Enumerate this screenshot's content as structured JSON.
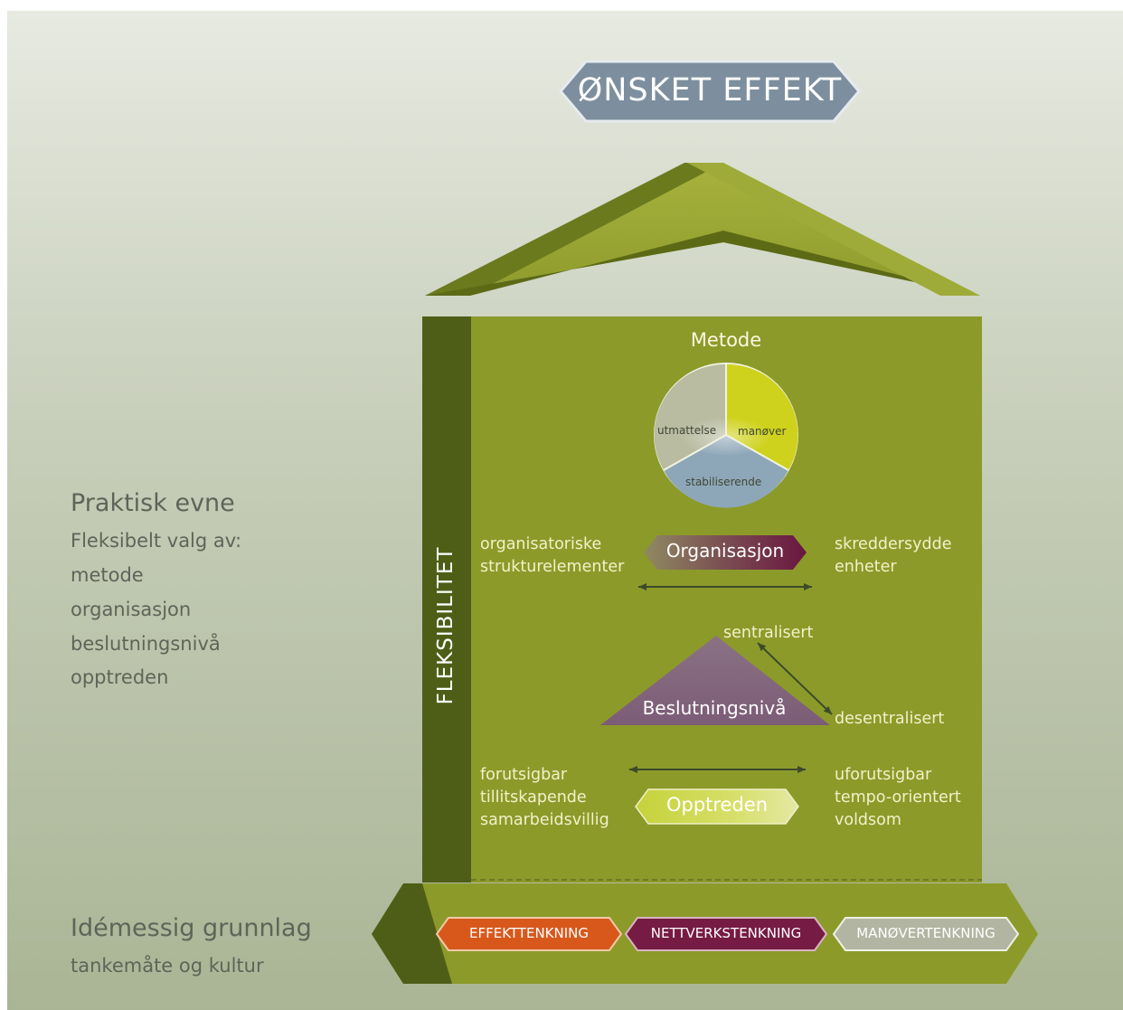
{
  "top_label": "ØNSKET EFFEKT",
  "pillar_label": "FLEKSIBILITET",
  "metode": {
    "title": "Metode",
    "segments": [
      "utmattelse",
      "manøver",
      "stabiliserende"
    ]
  },
  "organisasjon": {
    "label": "Organisasjon",
    "left_text": [
      "organisatoriske",
      "strukturelementer"
    ],
    "right_text": [
      "skreddersydde",
      "enheter"
    ]
  },
  "beslutningsniva": {
    "label": "Beslutningsnivå",
    "top": "sentralisert",
    "bottom": "desentralisert"
  },
  "opptreden": {
    "label": "Opptreden",
    "left_text": [
      "forutsigbar",
      "tillitskapende",
      "samarbeidsvillig"
    ],
    "right_text": [
      "uforutsigbar",
      "tempo-orientert",
      "voldsom"
    ]
  },
  "base_labels": [
    "EFFEKTTENKNING",
    "NETTVERKSTENKNING",
    "MANØVERTENKNING"
  ],
  "left_panel": {
    "title": "Praktisk evne",
    "lines": [
      "Fleksibelt valg av:",
      "metode",
      "organisasjon",
      "beslutningsnivå",
      "opptreden"
    ]
  },
  "base_caption": {
    "title": "Idémessig grunnlag",
    "subtitle": "tankemåte og kultur"
  },
  "colors": {
    "body_olive": "#8c9a2a",
    "pillar_dark": "#4f5e17",
    "top_banner": "#7d8f9e",
    "effekt_orange": "#d8581c",
    "nettverk_purple": "#761b43",
    "manover_grey": "#b2b5a2",
    "opptreden_green": "#cbd63c",
    "triangle_mauve": "#8a6a83"
  }
}
